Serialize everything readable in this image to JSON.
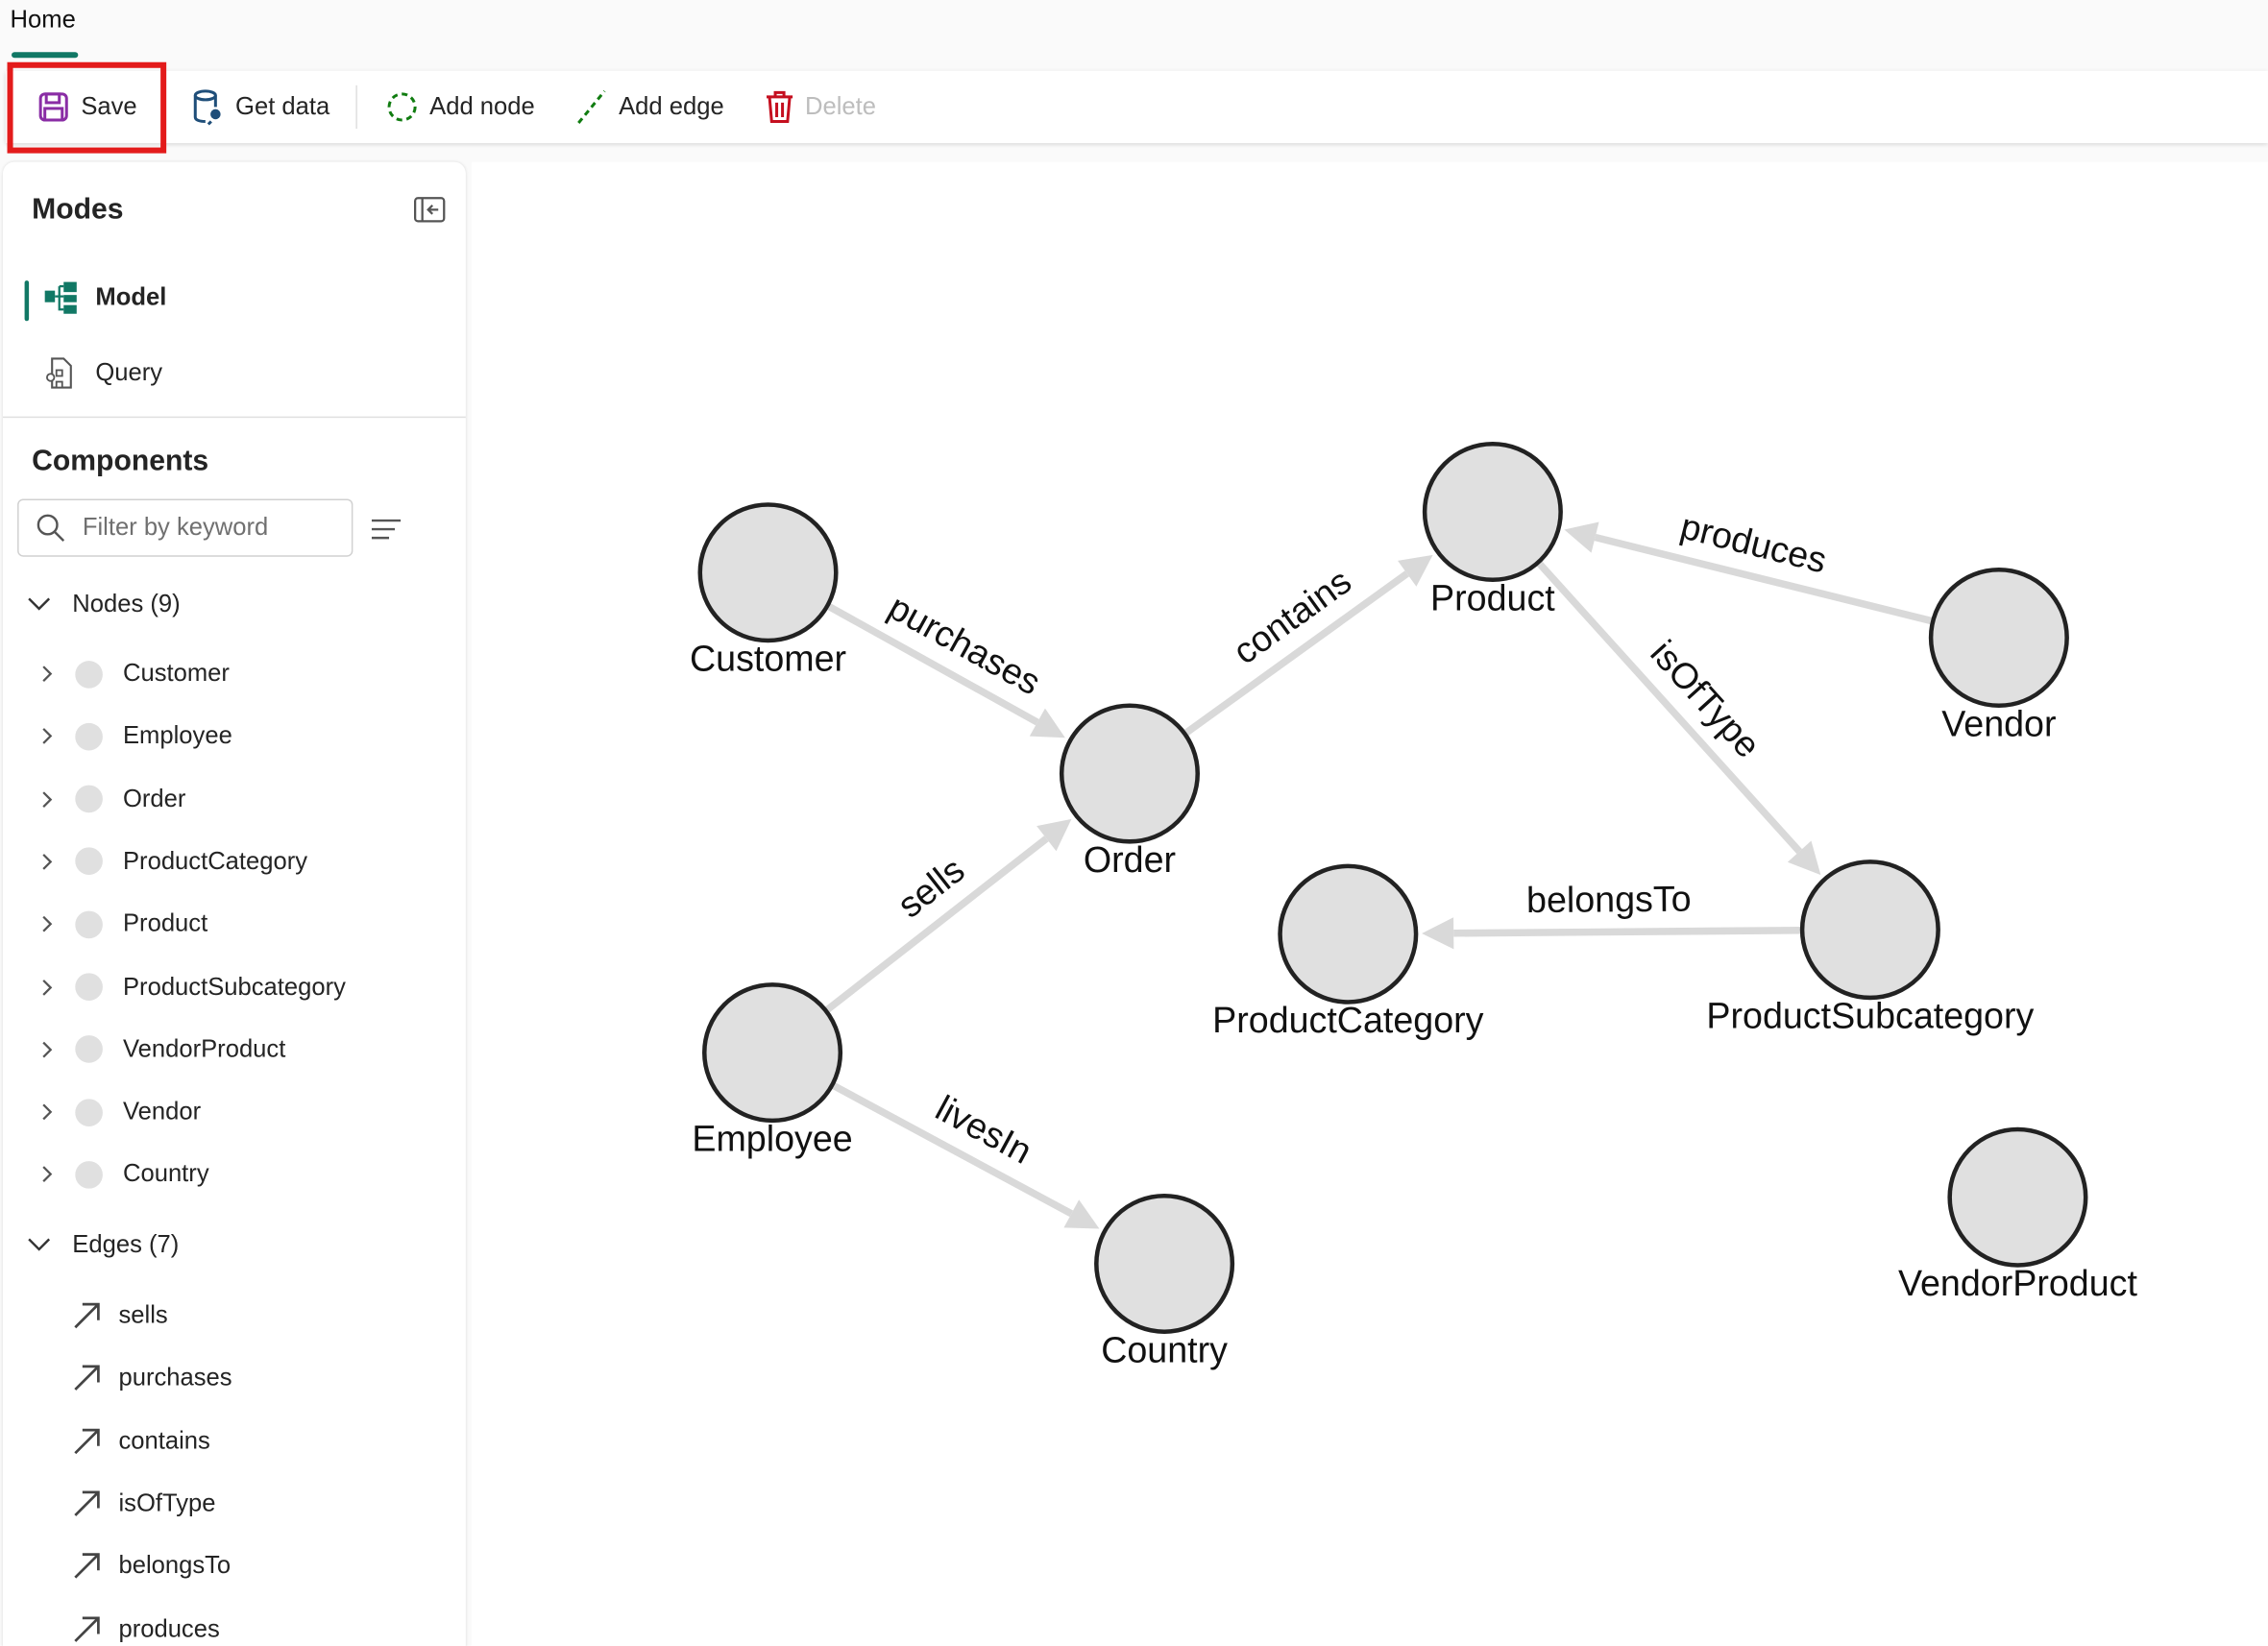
{
  "tab": "Home",
  "toolbar": {
    "save": "Save",
    "get_data": "Get data",
    "add_node": "Add node",
    "add_edge": "Add edge",
    "delete": "Delete"
  },
  "modes": {
    "title": "Modes",
    "model": "Model",
    "query": "Query"
  },
  "components": {
    "title": "Components",
    "filter_placeholder": "Filter by keyword",
    "nodes_header": "Nodes (9)",
    "edges_header": "Edges (7)",
    "nodes": [
      "Customer",
      "Employee",
      "Order",
      "ProductCategory",
      "Product",
      "ProductSubcategory",
      "VendorProduct",
      "Vendor",
      "Country"
    ],
    "edges": [
      "sells",
      "purchases",
      "contains",
      "isOfType",
      "belongsTo",
      "produces"
    ]
  },
  "graph": {
    "nodes": [
      {
        "id": "Customer",
        "label": "Customer"
      },
      {
        "id": "Order",
        "label": "Order"
      },
      {
        "id": "Product",
        "label": "Product"
      },
      {
        "id": "Vendor",
        "label": "Vendor"
      },
      {
        "id": "ProductCategory",
        "label": "ProductCategory"
      },
      {
        "id": "ProductSubcategory",
        "label": "ProductSubcategory"
      },
      {
        "id": "Employee",
        "label": "Employee"
      },
      {
        "id": "Country",
        "label": "Country"
      },
      {
        "id": "VendorProduct",
        "label": "VendorProduct"
      }
    ],
    "edges": [
      {
        "label": "purchases",
        "from": "Customer",
        "to": "Order"
      },
      {
        "label": "contains",
        "from": "Order",
        "to": "Product"
      },
      {
        "label": "produces",
        "from": "Vendor",
        "to": "Product"
      },
      {
        "label": "isOfType",
        "from": "Product",
        "to": "ProductSubcategory"
      },
      {
        "label": "belongsTo",
        "from": "ProductSubcategory",
        "to": "ProductCategory"
      },
      {
        "label": "sells",
        "from": "Employee",
        "to": "Order"
      },
      {
        "label": "livesIn",
        "from": "Employee",
        "to": "Country"
      }
    ]
  },
  "colors": {
    "accent": "#117865",
    "highlight": "#e31b1b",
    "node_fill": "#e0e0e0",
    "edge": "#d9d9d9",
    "delete": "#c50f1f",
    "save": "#8a2da5"
  }
}
